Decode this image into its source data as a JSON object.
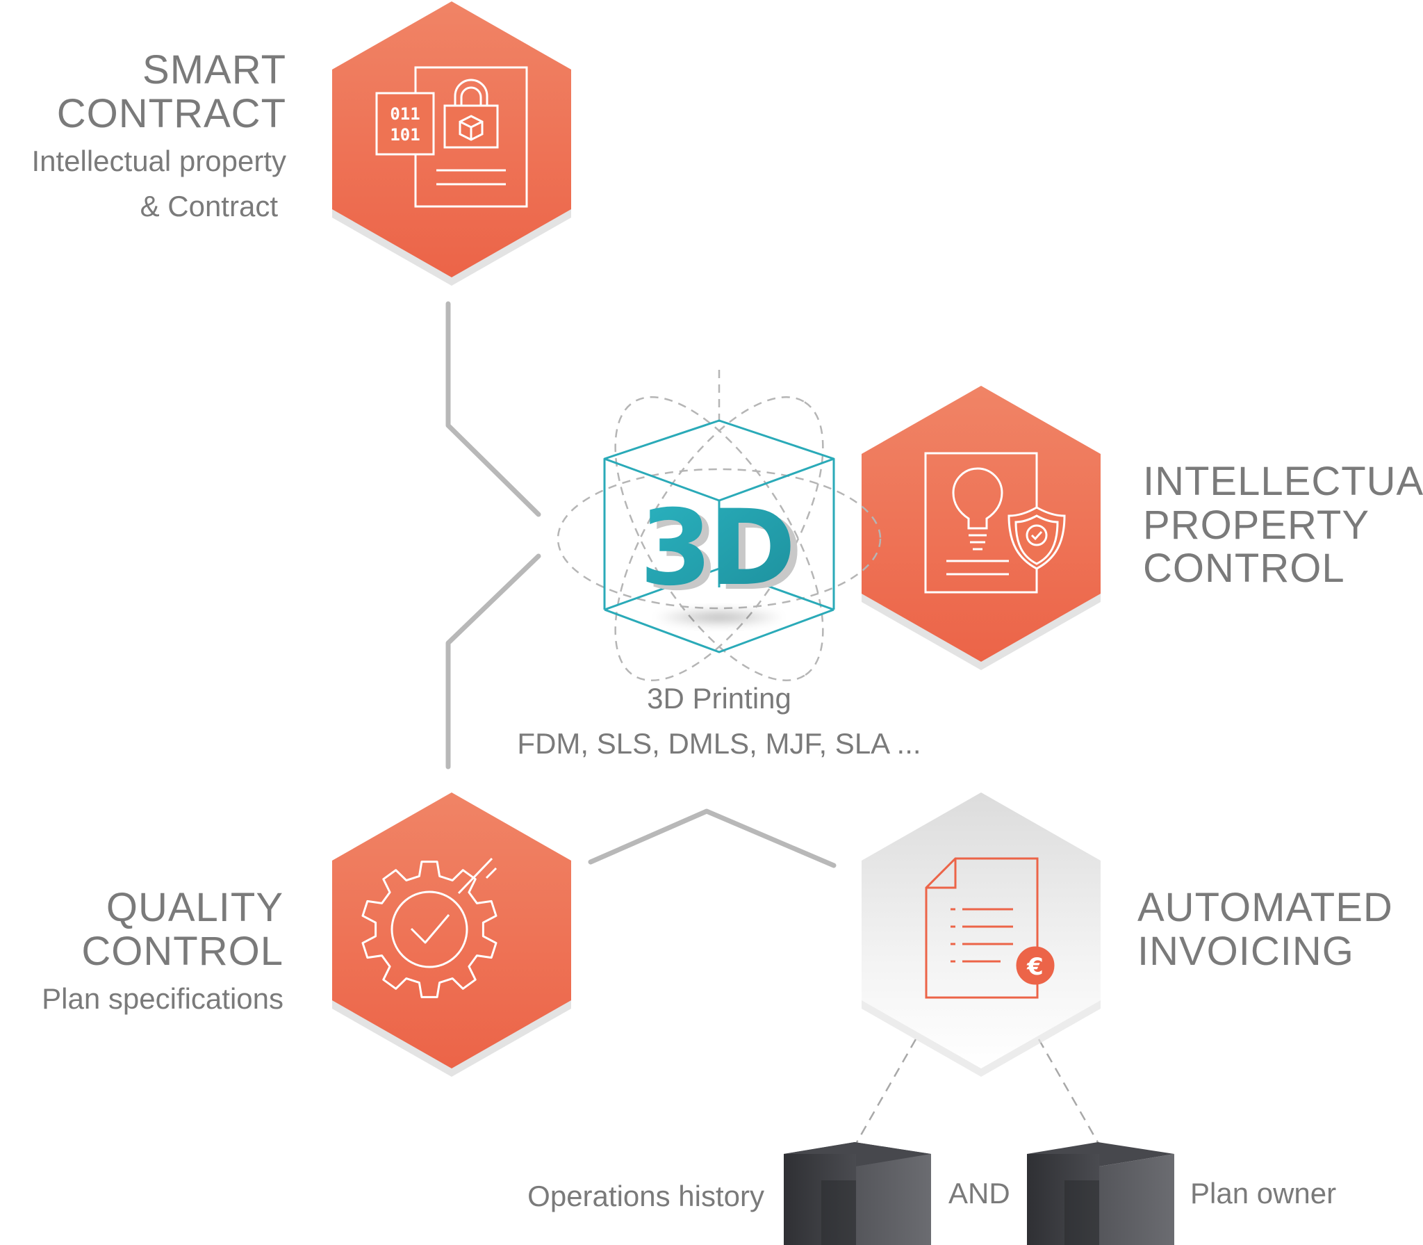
{
  "nodes": {
    "smart_contract": {
      "title_lines": [
        "SMART",
        "CONTRACT"
      ],
      "subtitle_lines": [
        "Intellectual property",
        "& Contract"
      ],
      "icon": "locked-contract-icon"
    },
    "ip_control": {
      "title_lines": [
        "INTELLECTUAL",
        "PROPERTY",
        "CONTROL"
      ],
      "icon": "lightbulb-shield-icon"
    },
    "quality_control": {
      "title_lines": [
        "QUALITY",
        "CONTROL"
      ],
      "subtitle_lines": [
        "Plan specifications"
      ],
      "icon": "gear-check-icon"
    },
    "automated_invoicing": {
      "title_lines": [
        "AUTOMATED",
        "INVOICING"
      ],
      "icon": "invoice-euro-icon"
    },
    "printing": {
      "cube_text": "3D",
      "label_lines": [
        "3D Printing",
        "FDM, SLS, DMLS, MJF, SLA ..."
      ]
    }
  },
  "footer": {
    "left_label": "Operations history",
    "connector": "AND",
    "right_label": "Plan owner"
  },
  "colors": {
    "accent_top": "#f08466",
    "accent_bottom": "#ec6448",
    "text": "#7a7a7a",
    "line": "#b8b8b8",
    "teal": "#22a8b8",
    "dark_block": "#3a3b3f"
  }
}
